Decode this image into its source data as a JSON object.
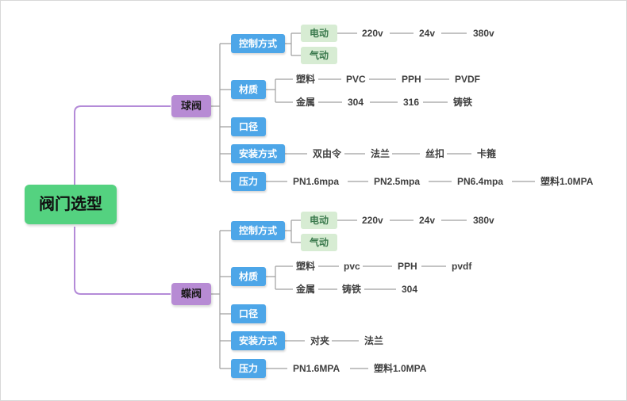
{
  "root": {
    "label": "阀门选型"
  },
  "ball_valve": {
    "label": "球阀",
    "control": {
      "label": "控制方式",
      "electric": "电动",
      "pneumatic": "气动",
      "volts": [
        "220v",
        "24v",
        "380v"
      ]
    },
    "material": {
      "label": "材质",
      "plastic": "塑料",
      "plastic_items": [
        "PVC",
        "PPH",
        "PVDF"
      ],
      "metal": "金属",
      "metal_items": [
        "304",
        "316",
        "铸铁"
      ]
    },
    "diameter": {
      "label": "口径"
    },
    "install": {
      "label": "安装方式",
      "items": [
        "双由令",
        "法兰",
        "丝扣",
        "卡箍"
      ]
    },
    "pressure": {
      "label": "压力",
      "items": [
        "PN1.6mpa",
        "PN2.5mpa",
        "PN6.4mpa",
        "塑料1.0MPA"
      ]
    }
  },
  "butterfly_valve": {
    "label": "蝶阀",
    "control": {
      "label": "控制方式",
      "electric": "电动",
      "pneumatic": "气动",
      "volts": [
        "220v",
        "24v",
        "380v"
      ]
    },
    "material": {
      "label": "材质",
      "plastic": "塑料",
      "plastic_items": [
        "pvc",
        "PPH",
        "pvdf"
      ],
      "metal": "金属",
      "metal_items": [
        "铸铁",
        "304"
      ]
    },
    "diameter": {
      "label": "口径"
    },
    "install": {
      "label": "安装方式",
      "items": [
        "对夹",
        "法兰"
      ]
    },
    "pressure": {
      "label": "压力",
      "items": [
        "PN1.6MPA",
        "塑料1.0MPA"
      ]
    }
  },
  "colors": {
    "root_bg": "#54d280",
    "branch_bg": "#b78bd4",
    "category_bg": "#4da6e8",
    "sub_bg": "#d7ecd3",
    "sub_text": "#3c7a4e",
    "line_gray": "#9f9f9f",
    "line_purple": "#b48bd8",
    "leaf_text": "#404040"
  }
}
